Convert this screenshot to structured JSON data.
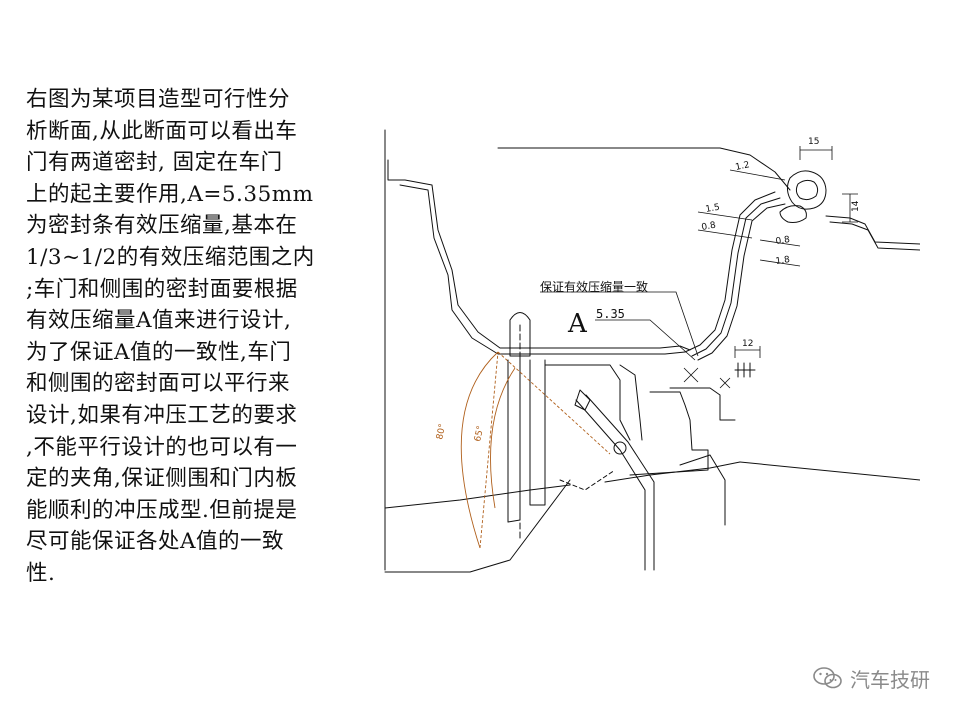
{
  "slide": {
    "text_lines": [
      "右图为某项目造型可行性分",
      "析断面,从此断面可以看出车",
      "门有两道密封, 固定在车门",
      "上的起主要作用,A=5.35mm",
      "为密封条有效压缩量,基本在",
      "1/3~1/2的有效压缩范围之内",
      ";车门和侧围的密封面要根据",
      "有效压缩量A值来进行设计,",
      "为了保证A值的一致性,车门",
      "和侧围的密封面可以平行来",
      "设计,如果有冲压工艺的要求",
      ",不能平行设计的也可以有一",
      "定的夹角,保证侧围和门内板",
      "能顺利的冲压成型.但前提是",
      "尽可能保证各处A值的一致",
      "性."
    ]
  },
  "drawing": {
    "note": "保证有效压缩量一致",
    "a_label": "A",
    "a_value": "5.35",
    "dims": {
      "d15": "15",
      "d14": "14",
      "d12": "12",
      "t12": "1.2",
      "t15": "1.5",
      "t08a": "0.8",
      "t08b": "0.8",
      "t18": "1.8"
    },
    "angles": {
      "outer": "80°",
      "inner": "65°"
    },
    "colors": {
      "line": "#111111",
      "angle": "#b0601c"
    }
  },
  "watermark": {
    "icon": "wechat-icon",
    "text": "汽车技研"
  }
}
